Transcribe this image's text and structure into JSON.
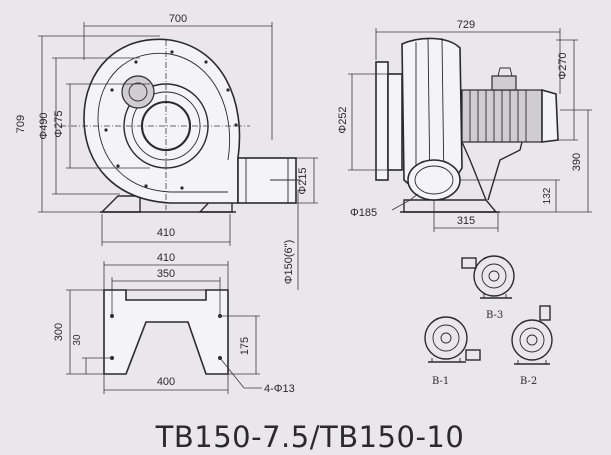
{
  "title": "TB150-7.5/TB150-10",
  "front_view": {
    "width": "700",
    "height": "709",
    "outer_dia": "Φ490",
    "inner_dia": "Φ275",
    "outlet_height": "Φ215",
    "base_width": "410"
  },
  "side_view": {
    "length": "729",
    "motor_dia": "Φ270",
    "inlet_dia": "Φ252",
    "outlet_height": "390",
    "outlet_base": "132",
    "pipe_dia": "Φ185",
    "base_length": "315"
  },
  "bottom_view": {
    "overall_width": "410",
    "hole_spacing": "350",
    "base_width": "400",
    "height": "300",
    "foot_height": "30",
    "hole_height": "175",
    "holes": "4-Φ13",
    "outlet_dia": "Φ150(6\")"
  },
  "orientations": [
    "B-3",
    "B-1",
    "B-2"
  ]
}
